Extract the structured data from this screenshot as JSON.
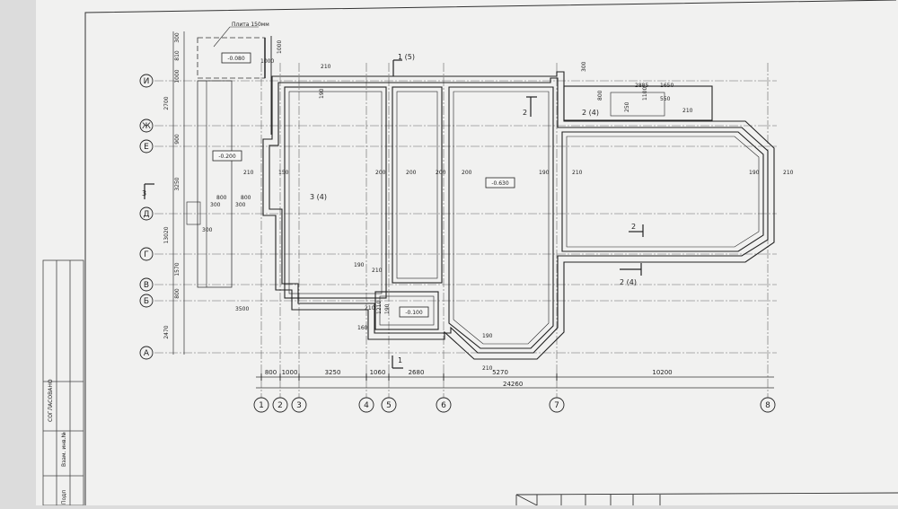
{
  "plate_note": "Плита 150мм",
  "section_mark_1": "1",
  "section_mark_2": "2",
  "section_mark_3": "3",
  "levels": {
    "top_box": "-0.080",
    "left": "-0.200",
    "main": "-0.630",
    "bottom_box": "-0.100"
  },
  "wall_labels": {
    "w3_4": "3 (4)",
    "w2_4_top": "2 (4)",
    "w2_4_bottom": "2 (4)",
    "w2_mid": "2",
    "w2_top": "2",
    "w1_top": "1 (5)",
    "w3_left": "3"
  },
  "row_axes": [
    "И",
    "Ж",
    "Е",
    "Д",
    "Г",
    "В",
    "Б",
    "А"
  ],
  "col_axes": [
    "1",
    "2",
    "3",
    "4",
    "5",
    "6",
    "7",
    "8"
  ],
  "bottom_dims": [
    "800",
    "1000",
    "3250",
    "1060",
    "2680",
    "5270",
    "10200"
  ],
  "total_dim": "24260",
  "left_dims": [
    "300",
    "810",
    "1000",
    "2700",
    "900",
    "3250",
    "13020",
    "1570",
    "800",
    "2470"
  ],
  "inner_dims": [
    "210",
    "190",
    "200",
    "200",
    "200",
    "200",
    "190",
    "210",
    "190",
    "210",
    "150",
    "210",
    "1000",
    "300",
    "800",
    "300",
    "800",
    "300",
    "3500",
    "190",
    "210",
    "190",
    "210",
    "1210",
    "160",
    "300",
    "2885",
    "1650",
    "550",
    "210",
    "1100",
    "800",
    "250",
    "1000",
    "190",
    "210"
  ],
  "side_text": {
    "agreed": "СОГЛАСОВАНО",
    "inv": "Взам. инв.№",
    "sign": "Подп"
  }
}
